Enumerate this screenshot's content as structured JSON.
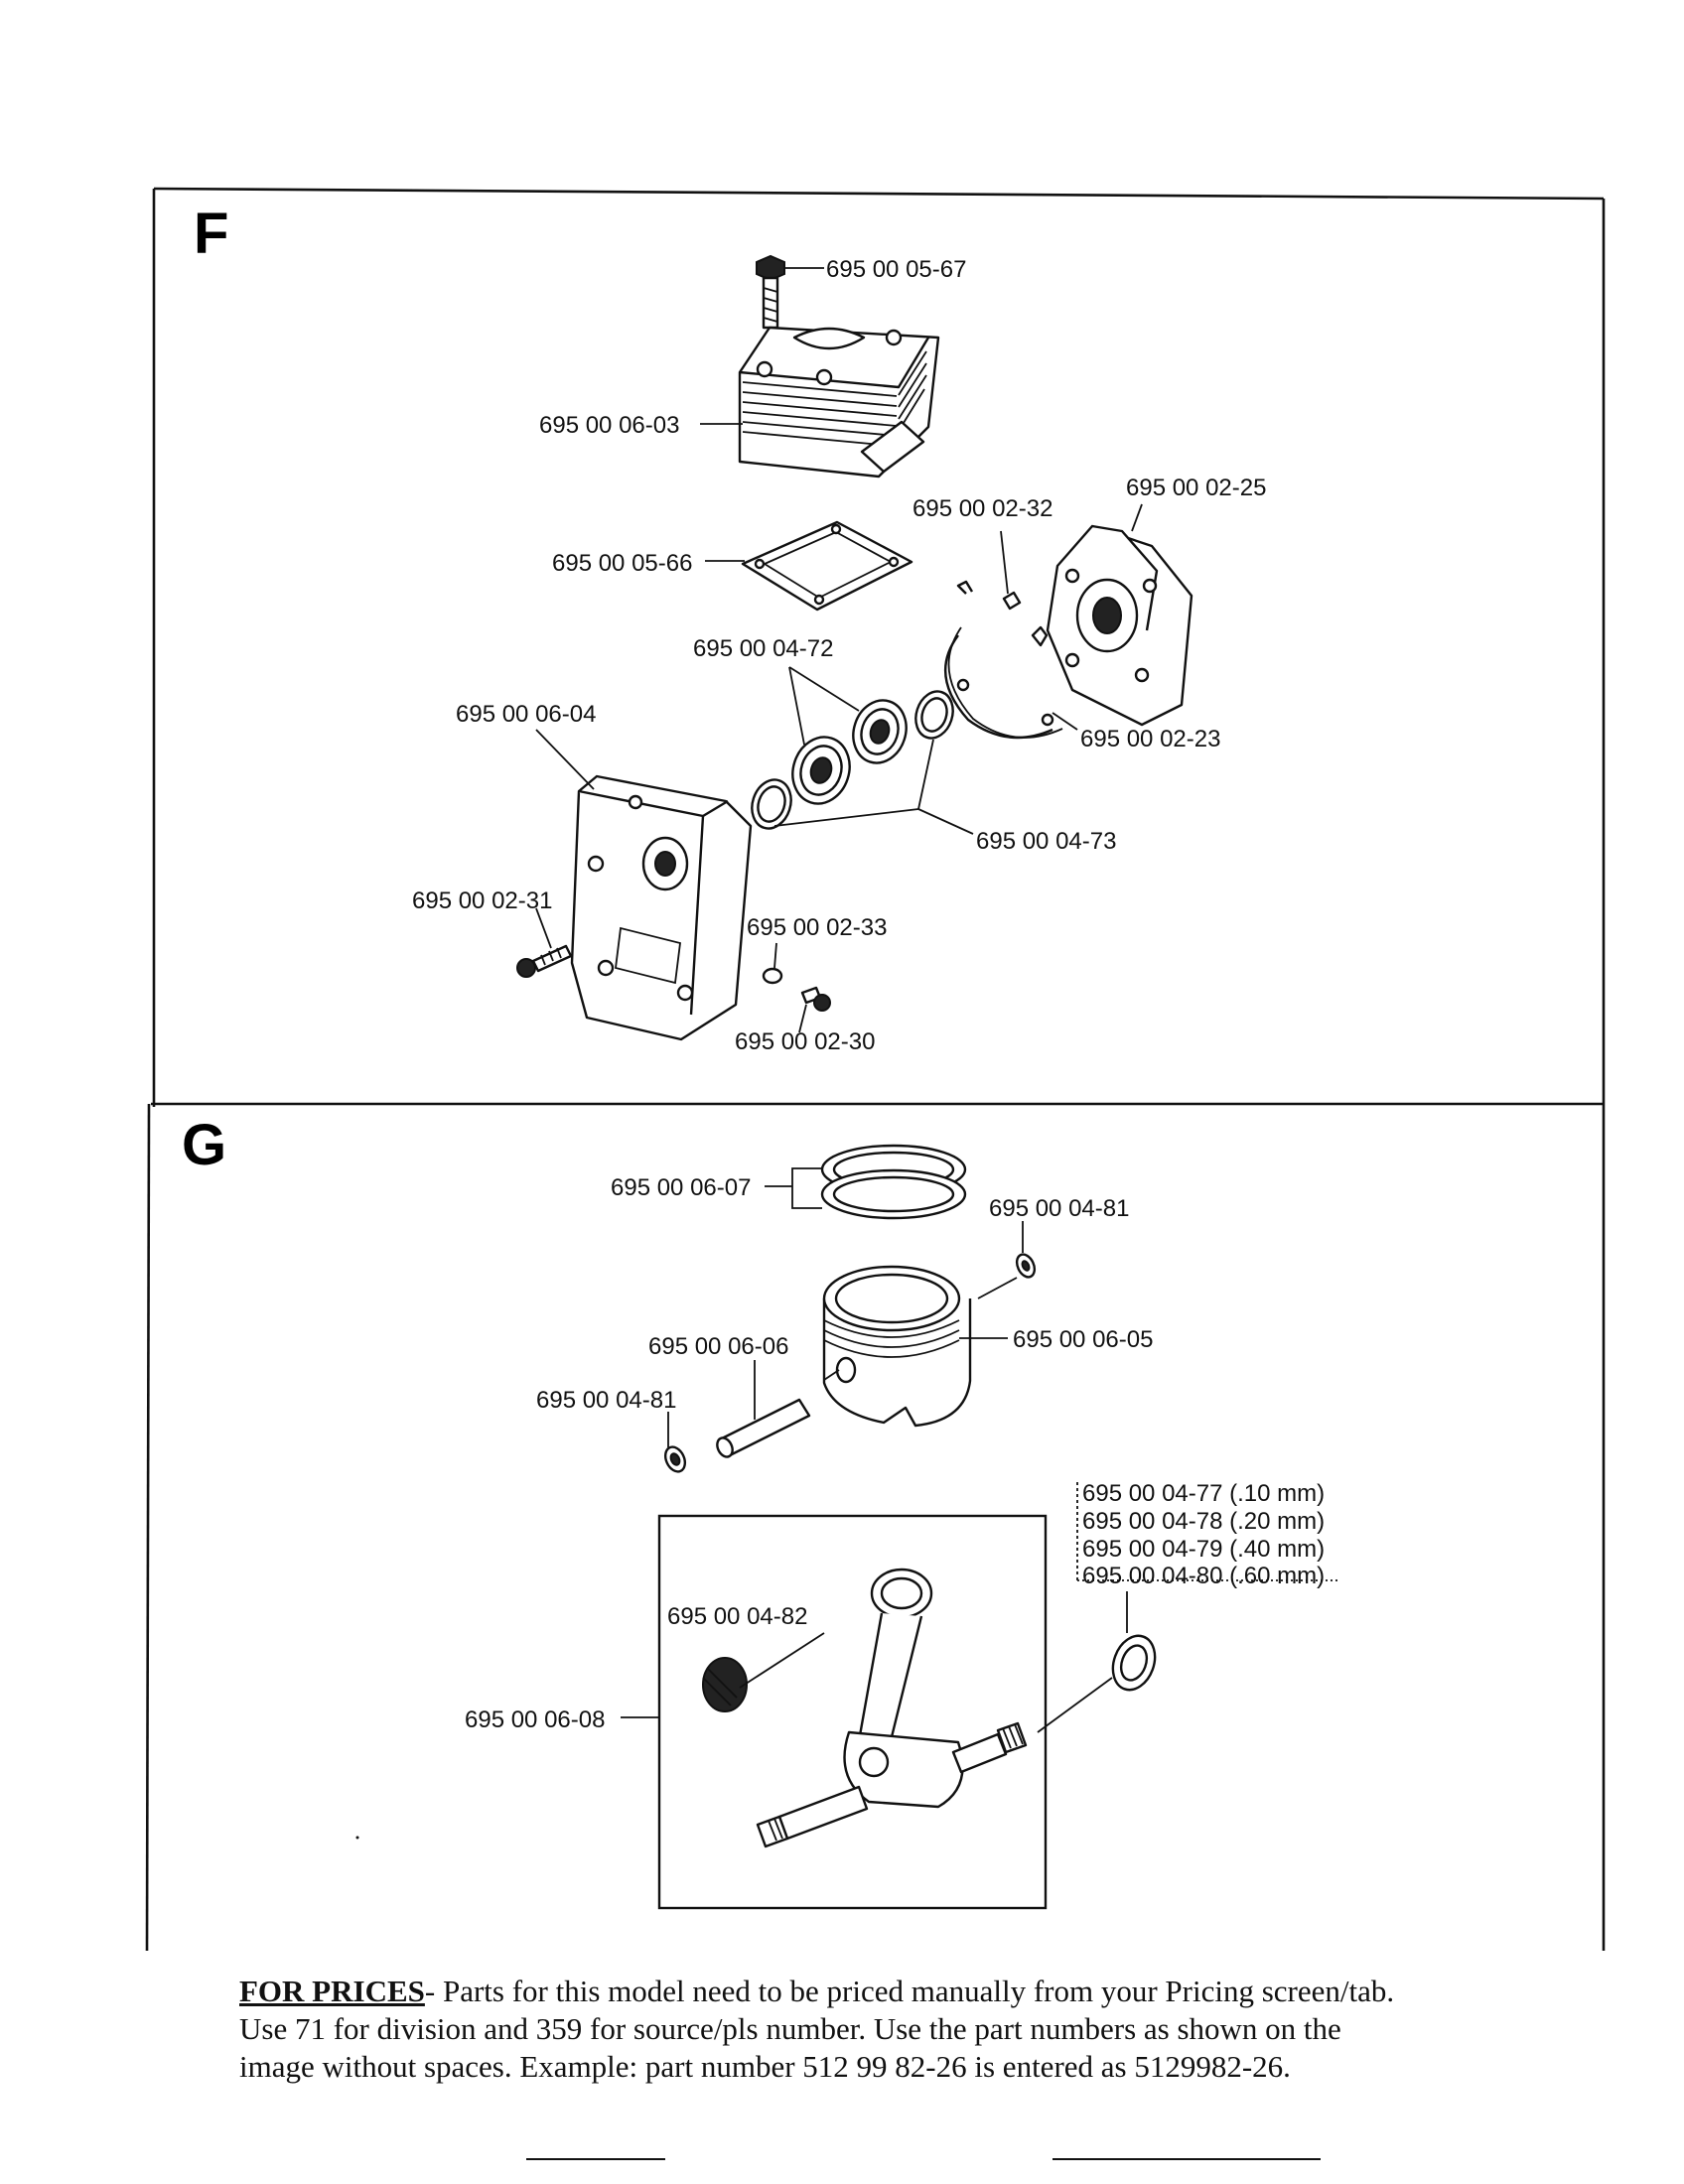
{
  "sections": {
    "f": {
      "letter": "F",
      "labels": {
        "screw_top": "695 00 05-67",
        "cylinder": "695 00 06-03",
        "gasket": "695 00 05-66",
        "pin": "695 00 02-32",
        "crankcase_right": "695 00 02-25",
        "bearings": "695 00 04-72",
        "crankcase_left": "695 00 06-04",
        "case_gasket": "695 00 02-23",
        "seals": "695 00 04-73",
        "screw_left": "695 00 02-31",
        "washer": "695 00 02-33",
        "plug": "695 00 02-30"
      }
    },
    "g": {
      "letter": "G",
      "labels": {
        "ring": "695 00 06-07",
        "circlip_right": "695 00 04-81",
        "piston": "695 00 06-05",
        "piston_pin": "695 00 06-06",
        "circlip_left": "695 00 04-81",
        "needle_bearing": "695 00 04-82",
        "crankshaft": "695 00 06-08",
        "shim_1": "695 00 04-77 (.10 mm)",
        "shim_2": "695 00 04-78 (.20 mm)",
        "shim_3": "695 00 04-79 (.40 mm)",
        "shim_4": "695 00 04-80 (.60 mm)"
      }
    }
  },
  "footer": {
    "heading": "FOR PRICES",
    "line1": "- Parts for this model need to be priced manually from your Pricing screen/tab.",
    "line2": "Use 71 for division and 359 for source/pls number.  Use the part numbers as shown on the",
    "line3": "image without spaces.  Example: part number 512 99 82-26 is entered as 5129982-26."
  }
}
